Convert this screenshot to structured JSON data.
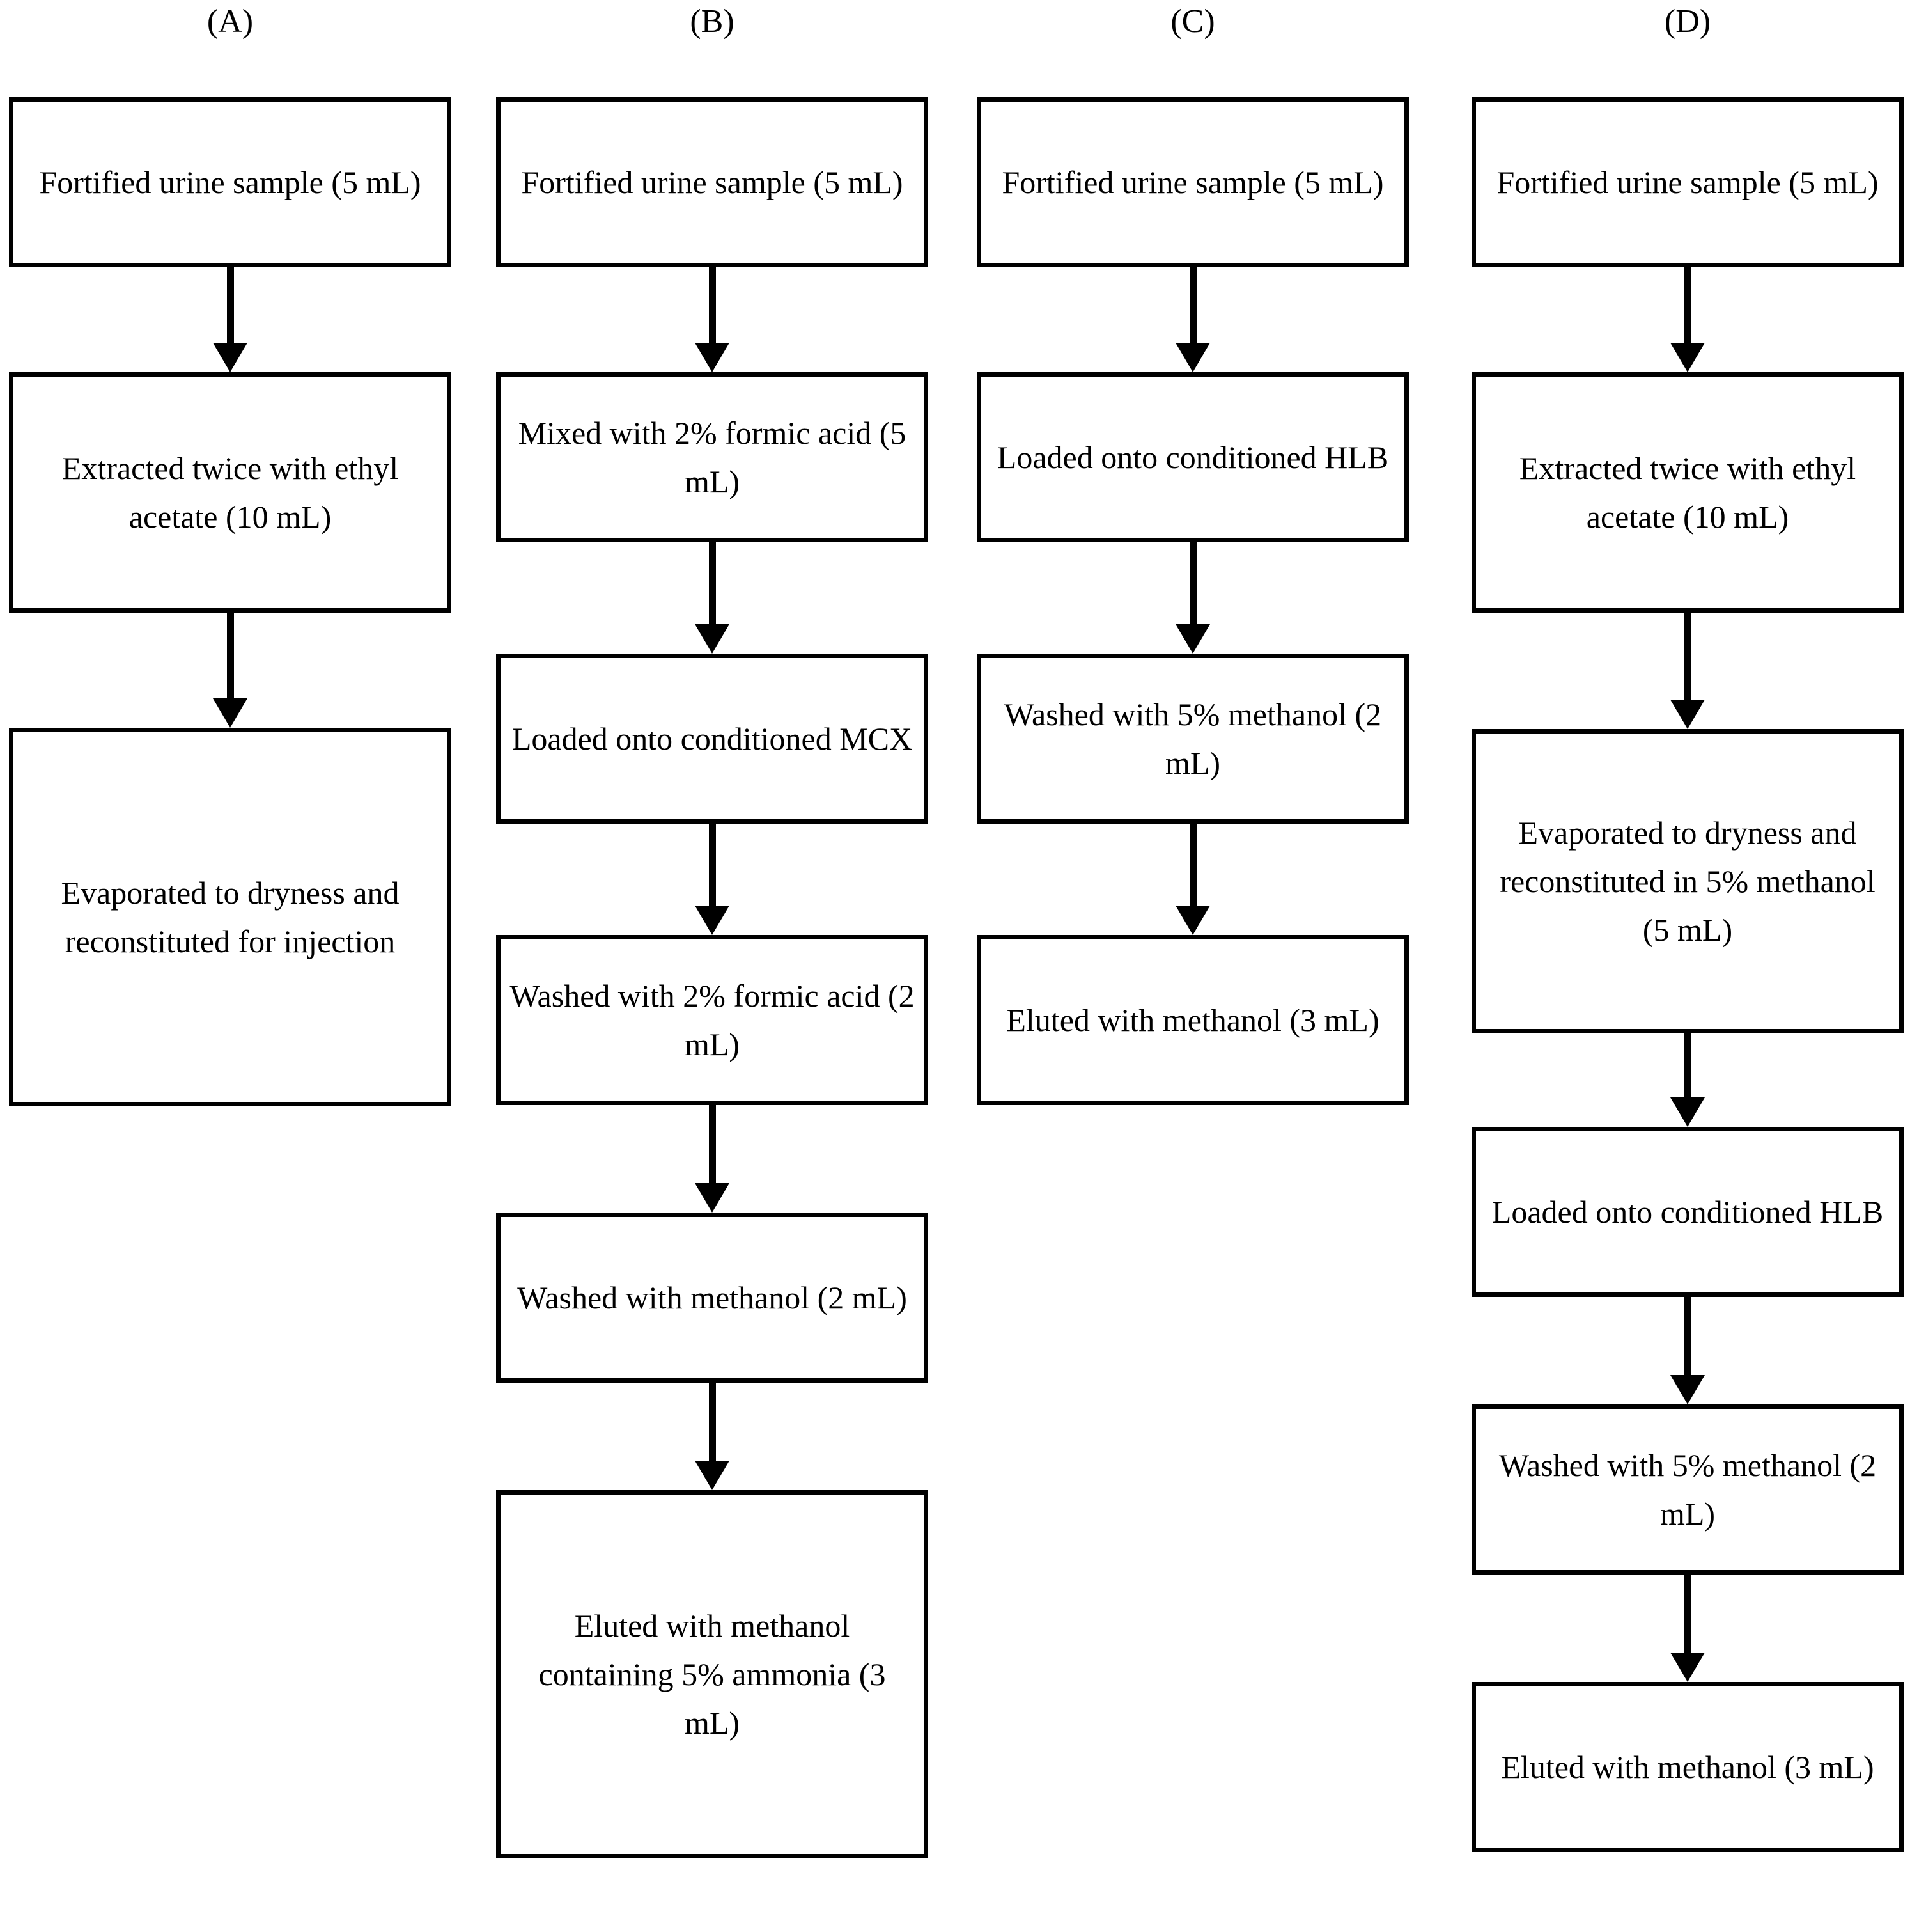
{
  "figure": {
    "type": "flowchart",
    "orientation": "vertical",
    "panel_count": 4,
    "background_color": "#ffffff",
    "line_color": "#000000",
    "text_color": "#000000"
  },
  "panels": [
    {
      "label": "(A)",
      "steps": [
        "Fortified urine sample (5 mL)",
        "Extracted twice with ethyl acetate (10 mL)",
        "Evaporated to dryness and reconstituted for injection"
      ]
    },
    {
      "label": "(B)",
      "steps": [
        "Fortified urine sample (5 mL)",
        "Mixed with 2% formic acid (5 mL)",
        "Loaded onto conditioned MCX",
        "Washed with 2% formic acid (2 mL)",
        "Washed with methanol (2 mL)",
        "Eluted with methanol containing 5% ammonia (3 mL)"
      ]
    },
    {
      "label": "(C)",
      "steps": [
        "Fortified urine sample (5 mL)",
        "Loaded onto conditioned HLB",
        "Washed with 5% methanol (2 mL)",
        "Eluted with methanol (3 mL)"
      ]
    },
    {
      "label": "(D)",
      "steps": [
        "Fortified urine sample (5 mL)",
        "Extracted twice with ethyl acetate (10 mL)",
        "Evaporated to dryness and reconstituted in 5% methanol (5 mL)",
        "Loaded onto conditioned HLB",
        "Washed with 5% methanol (2 mL)",
        "Eluted with methanol (3 mL)"
      ]
    }
  ]
}
